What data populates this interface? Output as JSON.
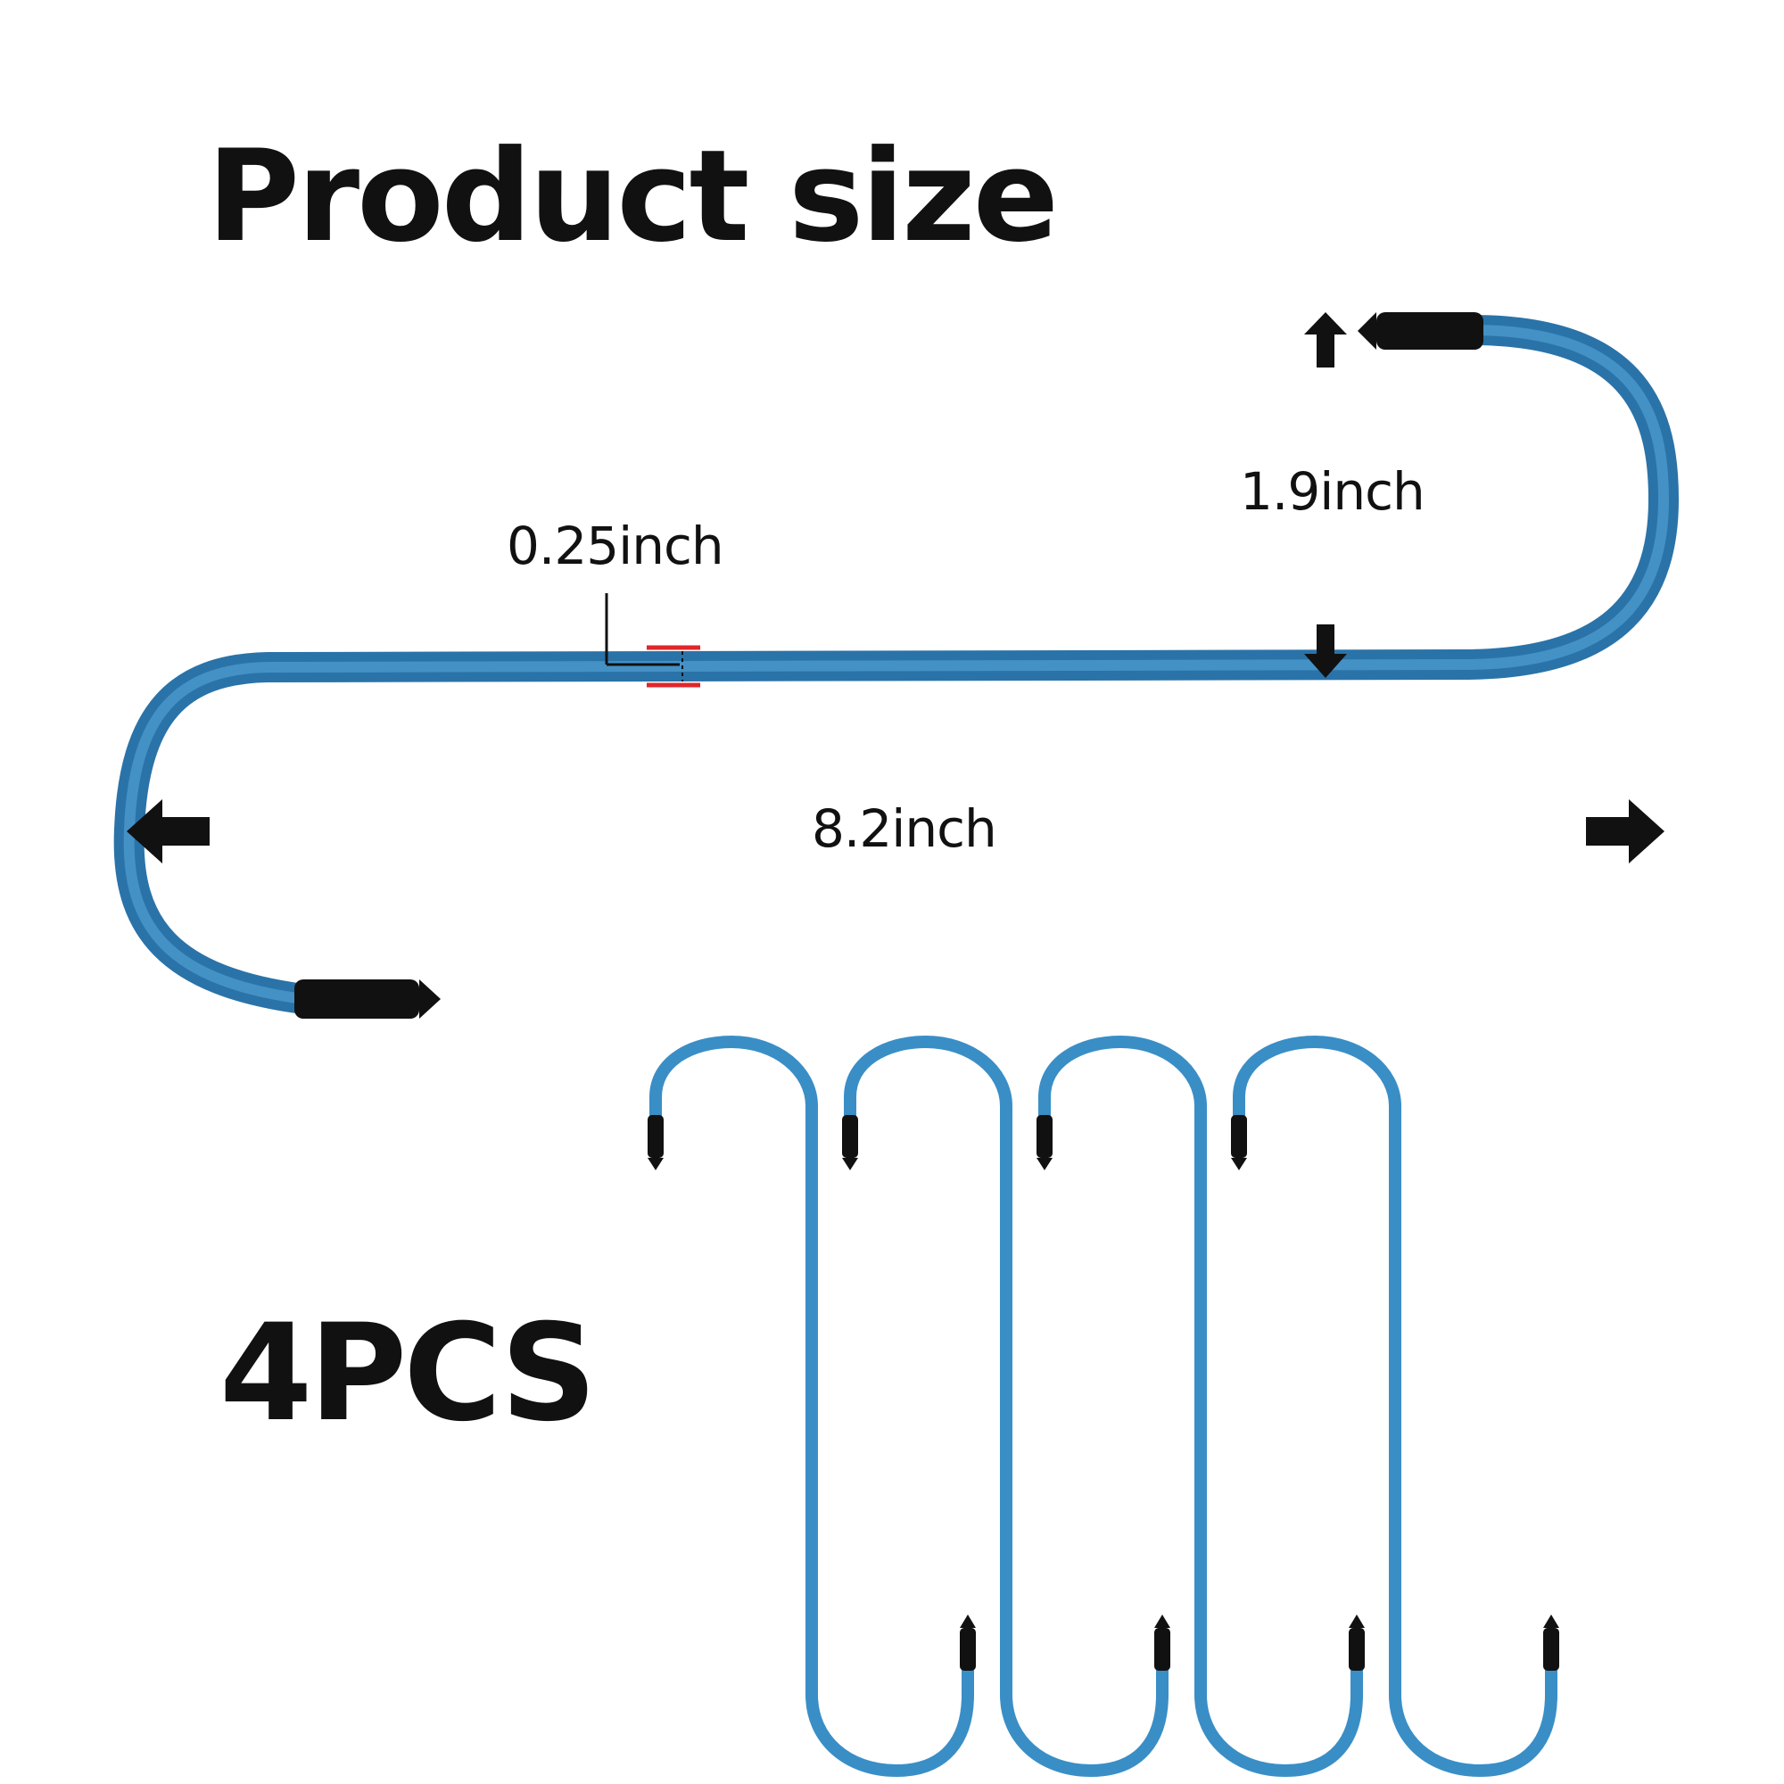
{
  "title": "Product size",
  "quantity_label": "4PCS",
  "dimensions": {
    "thickness": "0.25inch",
    "height": "1.9inch",
    "length": "8.2inch"
  },
  "colors": {
    "hook_blue": "#3a8ec6",
    "hook_blue_dark": "#2a73a8",
    "tip_black": "#111111",
    "marker_red": "#e0262b",
    "text": "#111111"
  },
  "hooks_shown": 4
}
